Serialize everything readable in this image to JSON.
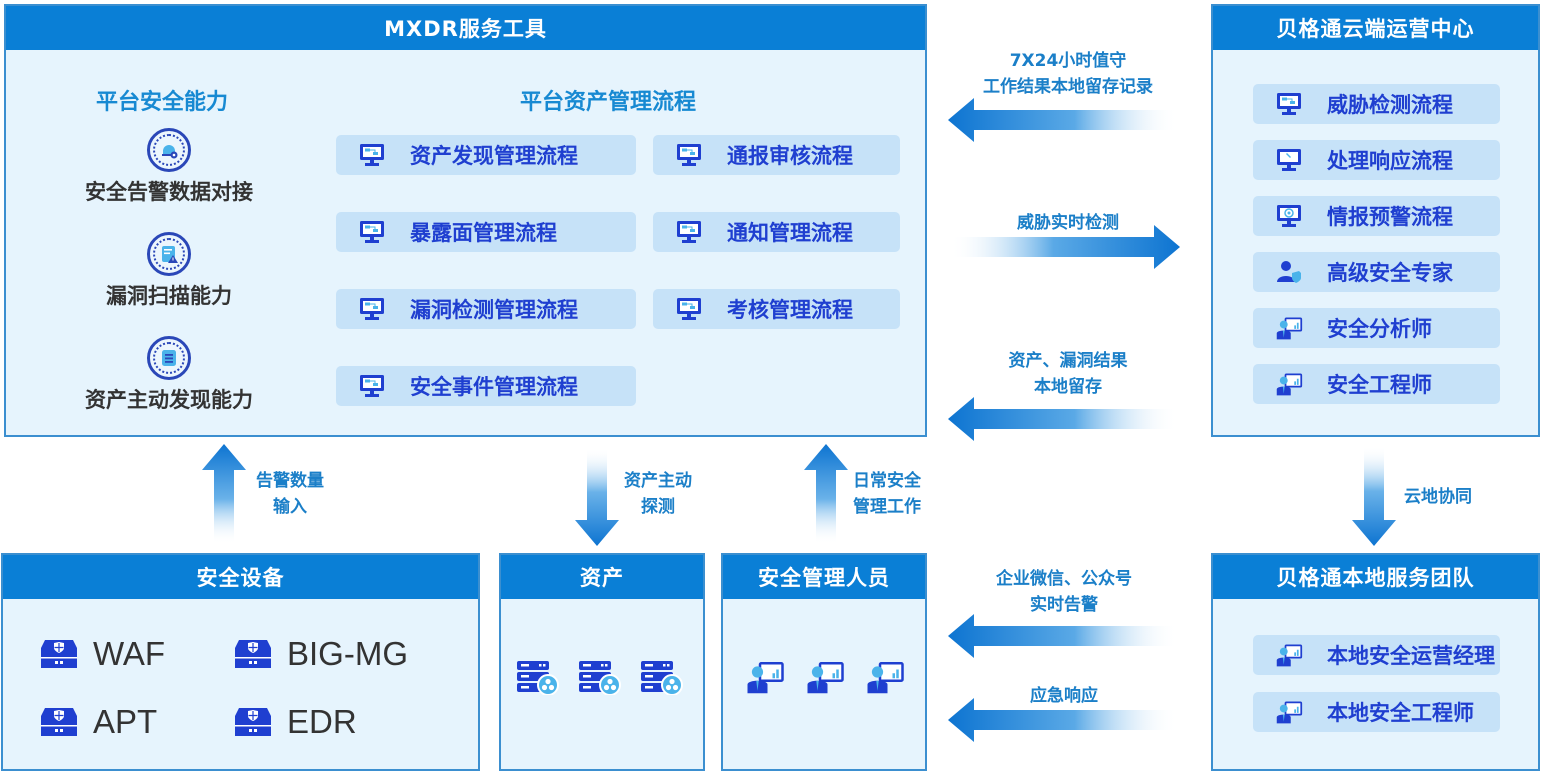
{
  "colors": {
    "header_blue": "#0a7fd6",
    "panel_bg": "#e6f4fd",
    "chip_bg": "#c6e2f8",
    "chip_text": "#1f3fd0",
    "accent_text": "#1789d2",
    "icon_blue": "#1f3fd0",
    "icon_light": "#4ab3ea"
  },
  "mxdr": {
    "title": "MXDR服务工具",
    "capabilities_title": "平台安全能力",
    "capabilities": [
      {
        "label": "安全告警数据对接",
        "icon": "alarm-gear-icon"
      },
      {
        "label": "漏洞扫描能力",
        "icon": "document-warning-icon"
      },
      {
        "label": "资产主动发现能力",
        "icon": "list-document-icon"
      }
    ],
    "processes_title": "平台资产管理流程",
    "processes": [
      {
        "label": "资产发现管理流程",
        "icon": "monitor-flow-icon"
      },
      {
        "label": "通报审核流程",
        "icon": "monitor-flow-icon"
      },
      {
        "label": "暴露面管理流程",
        "icon": "monitor-flow-icon"
      },
      {
        "label": "通知管理流程",
        "icon": "monitor-flow-icon"
      },
      {
        "label": "漏洞检测管理流程",
        "icon": "monitor-flow-icon"
      },
      {
        "label": "考核管理流程",
        "icon": "monitor-flow-icon"
      },
      {
        "label": "安全事件管理流程",
        "icon": "monitor-flow-icon"
      }
    ]
  },
  "cloud_center": {
    "title": "贝格通云端运营中心",
    "items": [
      {
        "label": "威胁检测流程",
        "icon": "monitor-flow-icon"
      },
      {
        "label": "处理响应流程",
        "icon": "monitor-wrench-icon"
      },
      {
        "label": "情报预警流程",
        "icon": "monitor-signal-icon"
      },
      {
        "label": "高级安全专家",
        "icon": "user-shield-icon"
      },
      {
        "label": "安全分析师",
        "icon": "presenter-icon"
      },
      {
        "label": "安全工程师",
        "icon": "presenter-icon"
      }
    ]
  },
  "local_team": {
    "title": "贝格通本地服务团队",
    "items": [
      {
        "label": "本地安全运营经理",
        "icon": "presenter-icon"
      },
      {
        "label": "本地安全工程师",
        "icon": "presenter-icon"
      }
    ]
  },
  "security_devices": {
    "title": "安全设备",
    "items": [
      {
        "label": "WAF",
        "icon": "shield-server-icon"
      },
      {
        "label": "BIG-MG",
        "icon": "shield-server-icon"
      },
      {
        "label": "APT",
        "icon": "shield-server-icon"
      },
      {
        "label": "EDR",
        "icon": "shield-server-icon"
      }
    ]
  },
  "assets": {
    "title": "资产",
    "icons": [
      "server-group-icon",
      "server-group-icon",
      "server-group-icon"
    ]
  },
  "managers": {
    "title": "安全管理人员",
    "icons": [
      "presenter-icon",
      "presenter-icon",
      "presenter-icon"
    ]
  },
  "arrows": {
    "duty_record": {
      "line1": "7X24小时值守",
      "line2": "工作结果本地留存记录",
      "direction": "left"
    },
    "threat_detect": {
      "line1": "威胁实时检测",
      "direction": "right"
    },
    "asset_vuln": {
      "line1": "资产、漏洞结果",
      "line2": "本地留存",
      "direction": "left"
    },
    "alert_input": {
      "line1": "告警数量",
      "line2": "输入",
      "direction": "up"
    },
    "asset_probe": {
      "line1": "资产主动",
      "line2": "探测",
      "direction": "down"
    },
    "daily_mgmt": {
      "line1": "日常安全",
      "line2": "管理工作",
      "direction": "up"
    },
    "cloud_local": {
      "line1": "云地协同",
      "direction": "down"
    },
    "wechat_alert": {
      "line1": "企业微信、公众号",
      "line2": "实时告警",
      "direction": "left"
    },
    "emergency": {
      "line1": "应急响应",
      "direction": "left"
    }
  }
}
